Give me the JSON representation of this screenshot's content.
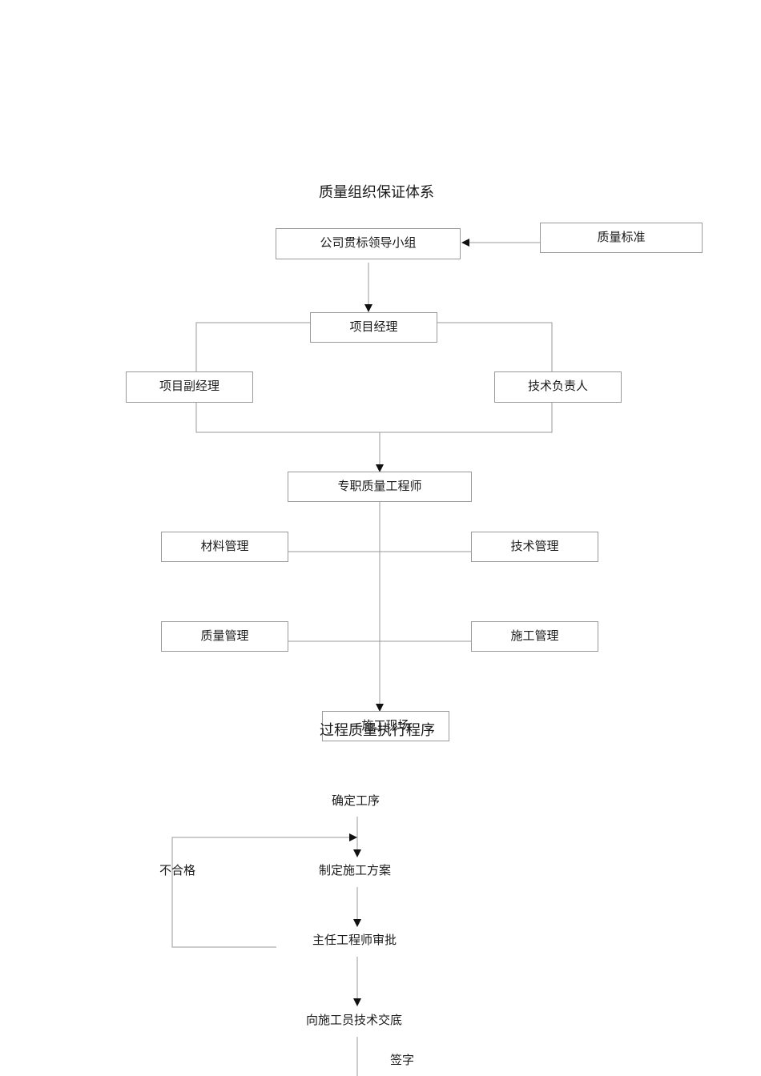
{
  "org_chart": {
    "title": "质量组织保证体系",
    "nodes": {
      "leadership_group": "公司贯标领导小组",
      "quality_standard": "质量标准",
      "project_manager": "项目经理",
      "deputy_manager": "项目副经理",
      "technical_lead": "技术负责人",
      "quality_engineer": "专职质量工程师",
      "materials_mgmt": "材料管理",
      "technical_mgmt": "技术管理",
      "quality_mgmt": "质量管理",
      "construction_mgmt": "施工管理",
      "construction_site": "施工现场"
    }
  },
  "process_chart": {
    "title": "过程质量执行程序",
    "steps": {
      "determine_process": "确定工序",
      "make_plan": "制定施工方案",
      "chief_approval": "主任工程师审批",
      "tech_briefing": "向施工员技术交底"
    },
    "labels": {
      "fail": "不合格",
      "sign": "签字"
    }
  },
  "colors": {
    "line": "#9a9a9a",
    "arrow": "#111111",
    "text": "#1a1a1a"
  }
}
